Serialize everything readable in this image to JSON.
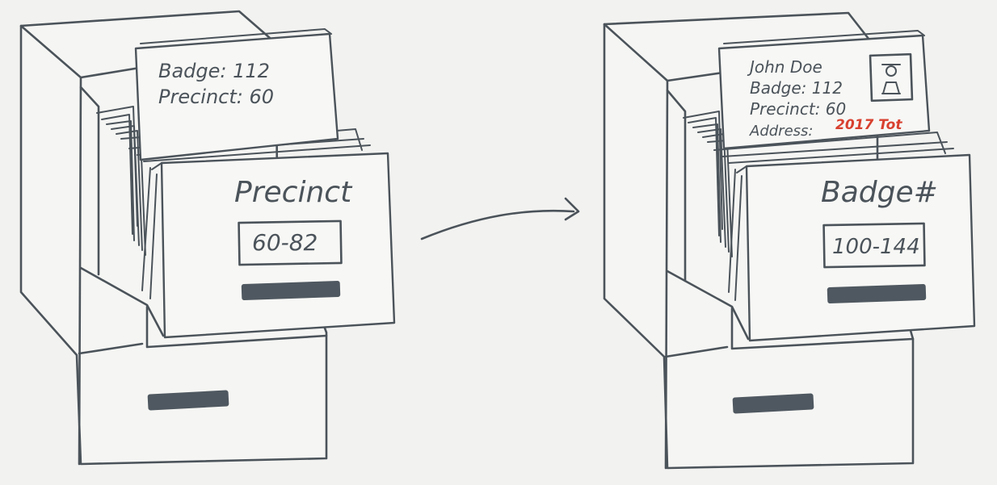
{
  "left_cabinet": {
    "card_lines": [
      "Badge: 112",
      "Precinct: 60"
    ],
    "drawer_title": "Precinct",
    "drawer_range": "60-82"
  },
  "right_cabinet": {
    "card_lines": [
      "John Doe",
      "Badge: 112",
      "Precinct: 60"
    ],
    "card_address_label": "Address:",
    "card_address_value": "2017 Tot",
    "drawer_title": "Badge#",
    "drawer_range": "100-144"
  },
  "colors": {
    "ink": "#4b535a",
    "highlight": "#d8402f",
    "background": "#f2f2f0"
  },
  "icons": {
    "photo": "id-photo-icon",
    "arrow": "curved-arrow-icon"
  }
}
